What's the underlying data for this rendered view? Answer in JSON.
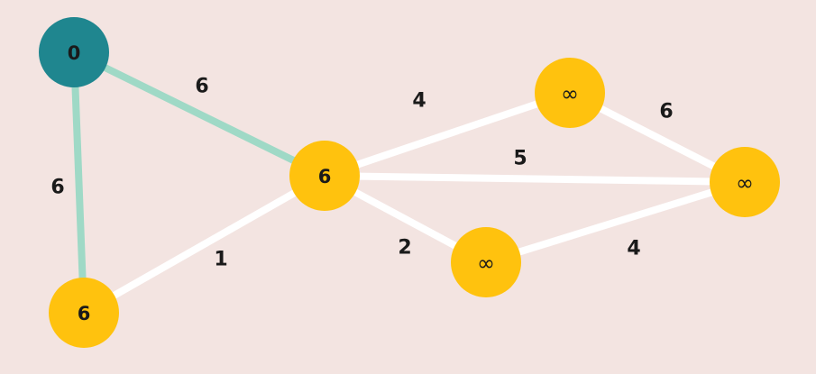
{
  "colors": {
    "background": "#f3e4e1",
    "edge_default": "#ffffff",
    "edge_selected": "#9fd9c6",
    "node_visited": "#1f868f",
    "node_unvisited": "#ffc20e"
  },
  "graph": {
    "nodes": [
      {
        "id": "A",
        "label": "0",
        "state": "visited"
      },
      {
        "id": "B",
        "label": "6",
        "state": "unvisited"
      },
      {
        "id": "C",
        "label": "6",
        "state": "unvisited"
      },
      {
        "id": "D",
        "label": "∞",
        "state": "unvisited"
      },
      {
        "id": "E",
        "label": "∞",
        "state": "unvisited"
      },
      {
        "id": "F",
        "label": "∞",
        "state": "unvisited"
      }
    ],
    "edges": [
      {
        "from": "A",
        "to": "C",
        "weight": "6",
        "state": "selected"
      },
      {
        "from": "A",
        "to": "B",
        "weight": "6",
        "state": "selected"
      },
      {
        "from": "B",
        "to": "C",
        "weight": "1",
        "state": "default"
      },
      {
        "from": "C",
        "to": "D",
        "weight": "4",
        "state": "default"
      },
      {
        "from": "C",
        "to": "F",
        "weight": "5",
        "state": "default"
      },
      {
        "from": "C",
        "to": "E",
        "weight": "2",
        "state": "default"
      },
      {
        "from": "D",
        "to": "F",
        "weight": "6",
        "state": "default"
      },
      {
        "from": "E",
        "to": "F",
        "weight": "4",
        "state": "default"
      }
    ]
  }
}
